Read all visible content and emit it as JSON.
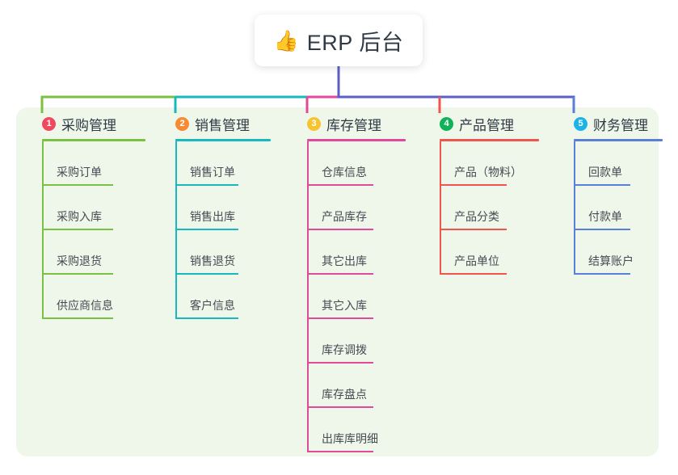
{
  "root": {
    "emoji": "👍",
    "emoji_name": "thumbs-up-icon",
    "title": "ERP 后台"
  },
  "theme": {
    "panel_bg": "#eef7e9",
    "page_bg": "#ffffff",
    "title_text": "#2f3a45",
    "item_text": "#444c54",
    "trunk": "#5a5fc7"
  },
  "columns": [
    {
      "number": "1",
      "title": "采购管理",
      "badge_color": "#f0485f",
      "line_color": "#7ac143",
      "items": [
        "采购订单",
        "采购入库",
        "采购退货",
        "供应商信息"
      ]
    },
    {
      "number": "2",
      "title": "销售管理",
      "badge_color": "#f68b33",
      "line_color": "#17b9bf",
      "items": [
        "销售订单",
        "销售出库",
        "销售退货",
        "客户信息"
      ]
    },
    {
      "number": "3",
      "title": "库存管理",
      "badge_color": "#f6c431",
      "line_color": "#e2499a",
      "items": [
        "仓库信息",
        "产品库存",
        "其它出库",
        "其它入库",
        "库存调拨",
        "库存盘点",
        "出库库明细"
      ]
    },
    {
      "number": "4",
      "title": "产品管理",
      "badge_color": "#11b25a",
      "line_color": "#f0564f",
      "items": [
        "产品（物料）",
        "产品分类",
        "产品单位"
      ]
    },
    {
      "number": "5",
      "title": "财务管理",
      "badge_color": "#1cb3e8",
      "line_color": "#5a7fd6",
      "items": [
        "回款单",
        "付款单",
        "结算账户"
      ]
    }
  ]
}
